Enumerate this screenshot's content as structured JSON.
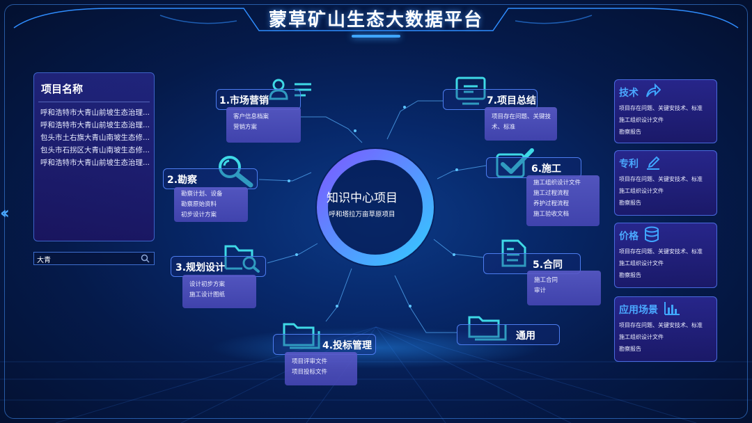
{
  "title": "蒙草矿山生态大数据平台",
  "project_panel": {
    "heading": "项目名称",
    "items": [
      "呼和浩特市大青山前坡生态治理...",
      "呼和浩特市大青山前坡生态治理...",
      "包头市土右旗大青山南坡生态修...",
      "包头市石拐区大青山南坡生态修...",
      "呼和浩特市大青山前坡生态治理..."
    ]
  },
  "search": {
    "value": "大青"
  },
  "center": {
    "title": "知识中心项目",
    "subtitle": "呼和塔拉万亩草原项目"
  },
  "nodes": {
    "marketing": {
      "label": "1.市场营销",
      "items": [
        "客户信息档案",
        "营销方案"
      ]
    },
    "survey": {
      "label": "2.勘察",
      "items": [
        "勘察计划、设备",
        "勘察原始资料",
        "初步设计方案"
      ]
    },
    "planning": {
      "label": "3.规划设计",
      "items": [
        "设计初步方案",
        "施工设计图纸"
      ]
    },
    "bidding": {
      "label": "4.投标管理",
      "items": [
        "项目评审文件",
        "项目投标文件"
      ]
    },
    "contract": {
      "label": "5.合同",
      "items": [
        "施工合同",
        "审计"
      ]
    },
    "construction": {
      "label": "6.施工",
      "items": [
        "施工组织设计文件",
        "施工过程流程",
        "养护过程流程",
        "施工验收文档"
      ]
    },
    "summary": {
      "label": "7.项目总结",
      "items": [
        "项目存在问题、关键技",
        "术、标准"
      ]
    },
    "general": {
      "label": "通用"
    }
  },
  "right_panels": [
    {
      "title": "技术",
      "icon": "share-arrow-icon",
      "items": [
        "项目存在问题、关键安技术、标准",
        "施工组织设计文件",
        "勘察报告"
      ]
    },
    {
      "title": "专利",
      "icon": "pen-sign-icon",
      "items": [
        "项目存在问题、关键安技术、标准",
        "施工组织设计文件",
        "勘察报告"
      ]
    },
    {
      "title": "价格",
      "icon": "database-icon",
      "items": [
        "项目存在问题、关键安技术、标准",
        "施工组织设计文件",
        "勘察报告"
      ]
    },
    {
      "title": "应用场景",
      "icon": "bar-chart-icon",
      "items": [
        "项目存在问题、关键安技术、标准",
        "施工组织设计文件",
        "勘察报告"
      ]
    }
  ],
  "colors": {
    "accent": "#3fa6ff",
    "icon": "#3fd9e6",
    "ring_start": "#6a5cff",
    "ring_end": "#35c8ff"
  }
}
